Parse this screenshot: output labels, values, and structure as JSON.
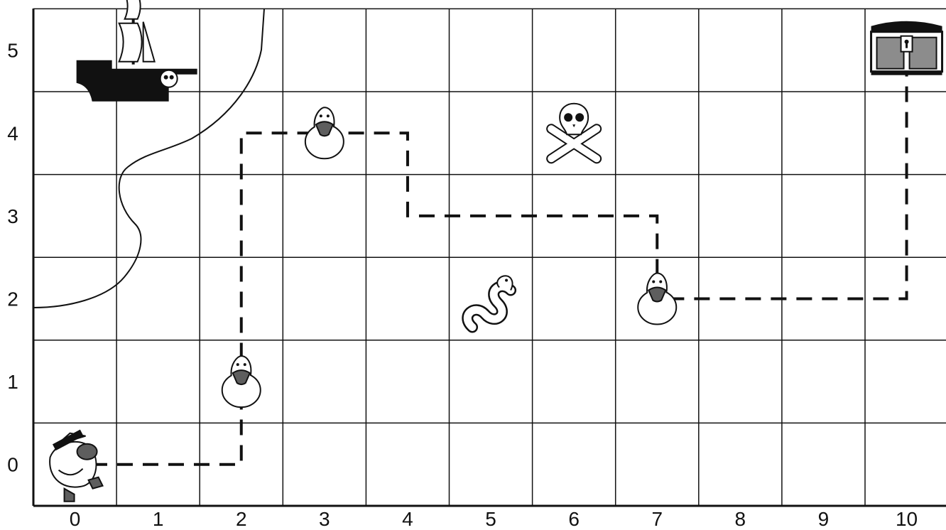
{
  "grid": {
    "x_labels": [
      "0",
      "1",
      "2",
      "3",
      "4",
      "5",
      "6",
      "7",
      "8",
      "9",
      "10"
    ],
    "y_labels": [
      "0",
      "1",
      "2",
      "3",
      "4",
      "5"
    ]
  },
  "pieces": [
    {
      "name": "pirate-duck-icon",
      "x": 0,
      "y": 0
    },
    {
      "name": "duck-icon",
      "x": 2,
      "y": 1
    },
    {
      "name": "duck-icon",
      "x": 3,
      "y": 4
    },
    {
      "name": "duck-icon",
      "x": 7,
      "y": 2
    },
    {
      "name": "snake-icon",
      "x": 5,
      "y": 2
    },
    {
      "name": "skull-crossbones-icon",
      "x": 6,
      "y": 4
    },
    {
      "name": "treasure-chest-icon",
      "x": 10,
      "y": 5
    },
    {
      "name": "pirate-ship-icon",
      "x": 1,
      "y": 5
    }
  ],
  "path": [
    [
      0.7,
      0
    ],
    [
      2.5,
      0
    ],
    [
      2.5,
      4
    ],
    [
      4.5,
      4
    ],
    [
      4.5,
      3
    ],
    [
      7.5,
      3
    ],
    [
      7.5,
      2
    ],
    [
      10.5,
      2
    ],
    [
      10.5,
      5
    ]
  ],
  "colors": {
    "line": "#111111",
    "dark": "#1a1a1a",
    "gray": "#5e5e5e",
    "light": "#8c8c8c"
  }
}
